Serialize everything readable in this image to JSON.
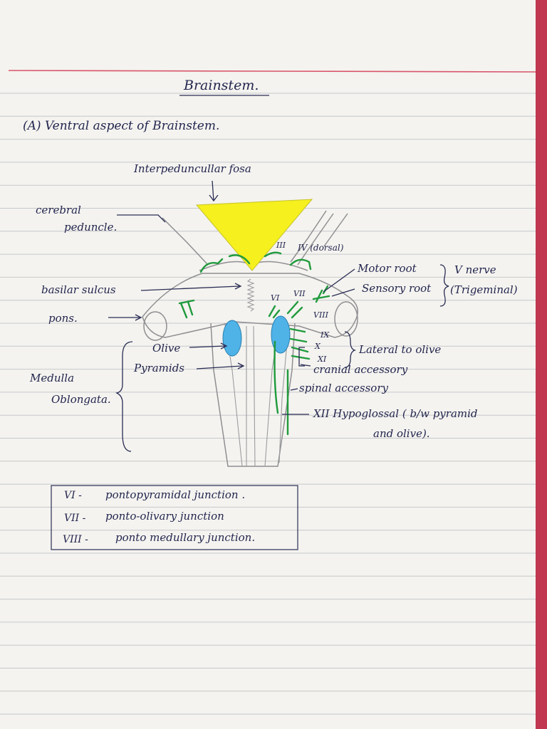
{
  "title": "Brainstem.",
  "heading": "(A) Ventral aspect of Brainstem.",
  "diagram": {
    "labels": {
      "interpeduncular_fossa": "Interpeduncullar fosa",
      "cerebral_peduncle_1": "cerebral",
      "cerebral_peduncle_2": "peduncle.",
      "basilar_sulcus": "basilar sulcus",
      "pons": "pons.",
      "olive": "Olive",
      "pyramids": "Pyramids",
      "medulla_1": "Medulla",
      "medulla_2": "Oblongata.",
      "motor_root": "Motor root",
      "sensory_root": "Sensory root",
      "v_nerve": "V nerve",
      "trigeminal": "(Trigeminal)",
      "lateral_to_olive": "Lateral to olive",
      "cranial_accessory": "cranial accessory",
      "spinal_accessory": "spinal accessory",
      "xii_line1": "XII Hypoglossal ( b/w pyramid",
      "xii_line2": "and olive)."
    },
    "nerves": {
      "iii": "III",
      "iv": "IV (dorsal)",
      "vi": "VI",
      "vii": "VII",
      "viii": "VIII",
      "ix": "IX",
      "x": "X",
      "xi": "XI"
    },
    "colors": {
      "fossa": "#f5f01e",
      "olive": "#4fb3e8",
      "nerve": "#1f9a3c",
      "ink": "#23264f",
      "margin_line": "#d9546a"
    }
  },
  "junction_table": [
    {
      "nerve": "VI -",
      "junction": "pontopyramidal junction ."
    },
    {
      "nerve": "VII -",
      "junction": "ponto-olivary junction"
    },
    {
      "nerve": "VIII -",
      "junction": "ponto medullary junction."
    }
  ]
}
